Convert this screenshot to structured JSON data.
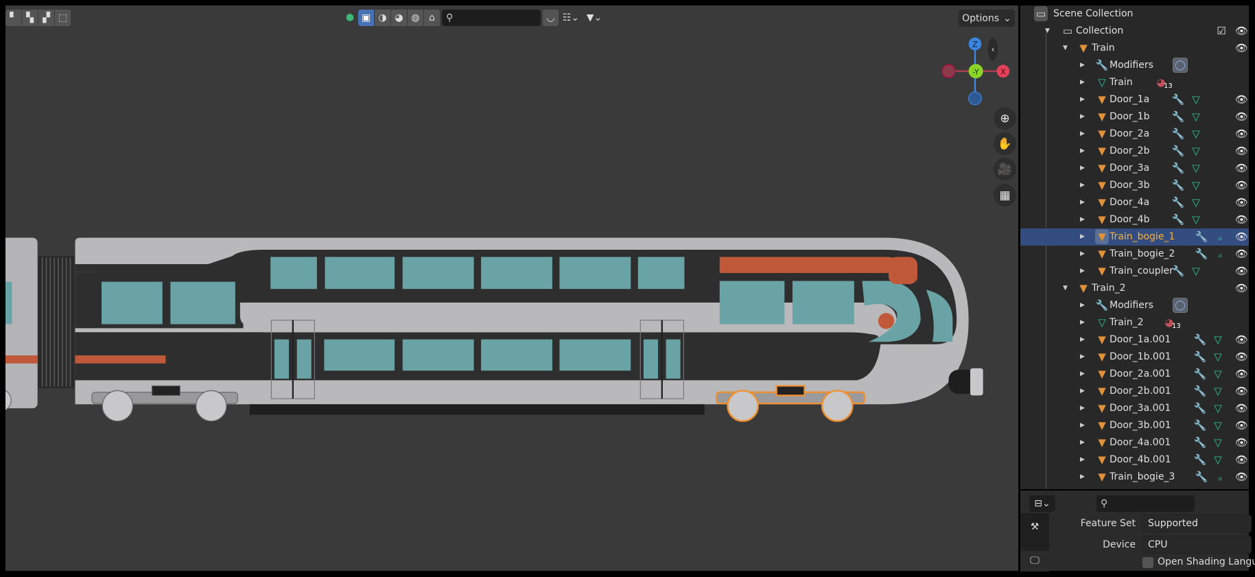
{
  "viewport": {
    "header": {
      "select_modes": [
        "select-new-icon",
        "select-extend-icon",
        "select-subtract-icon",
        "select-intersect-icon"
      ],
      "search_placeholder": "",
      "options_label": "Options"
    },
    "gizmo": {
      "top": "Z",
      "center": "-Y",
      "right": "X",
      "colors": {
        "x": "#e3425a",
        "y": "#8bd52a",
        "z": "#3b86e0"
      }
    },
    "colors": {
      "background": "#3a3a3a",
      "body": "#b8b8ba",
      "window": "#6aa3a5",
      "accent": "#c0593a",
      "selected_outline": "#f0902e"
    }
  },
  "outliner": {
    "scene_label": "Scene Collection",
    "rows": [
      {
        "label": "Collection",
        "icon": "collection",
        "level": 1,
        "expanded": true,
        "checkbox": true,
        "eye": true
      },
      {
        "label": "Train",
        "icon": "object",
        "level": 2,
        "expanded": true,
        "eye": true
      },
      {
        "label": "Modifiers",
        "icon": "wrench",
        "level": 3,
        "badge": "modifier"
      },
      {
        "label": "Train",
        "icon": "mesh",
        "level": 3,
        "badge": "material",
        "count": "13"
      },
      {
        "label": "Door_1a",
        "icon": "object",
        "level": 3,
        "extras": [
          "wrench",
          "mesh"
        ],
        "eye": true
      },
      {
        "label": "Door_1b",
        "icon": "object",
        "level": 3,
        "extras": [
          "wrench",
          "mesh"
        ],
        "eye": true
      },
      {
        "label": "Door_2a",
        "icon": "object",
        "level": 3,
        "extras": [
          "wrench",
          "mesh"
        ],
        "eye": true
      },
      {
        "label": "Door_2b",
        "icon": "object",
        "level": 3,
        "extras": [
          "wrench",
          "mesh"
        ],
        "eye": true
      },
      {
        "label": "Door_3a",
        "icon": "object",
        "level": 3,
        "extras": [
          "wrench",
          "mesh"
        ],
        "eye": true
      },
      {
        "label": "Door_3b",
        "icon": "object",
        "level": 3,
        "extras": [
          "wrench",
          "mesh"
        ],
        "eye": true
      },
      {
        "label": "Door_4a",
        "icon": "object",
        "level": 3,
        "extras": [
          "wrench",
          "mesh"
        ],
        "eye": true
      },
      {
        "label": "Door_4b",
        "icon": "object",
        "level": 3,
        "extras": [
          "wrench",
          "mesh"
        ],
        "eye": true
      },
      {
        "label": "Train_bogie_1",
        "icon": "object",
        "level": 3,
        "extras": [
          "wrench",
          "curve"
        ],
        "eye": true,
        "selected": true
      },
      {
        "label": "Train_bogie_2",
        "icon": "object",
        "level": 3,
        "extras": [
          "wrench",
          "curve"
        ],
        "eye": true
      },
      {
        "label": "Train_coupler",
        "icon": "object",
        "level": 3,
        "extras": [
          "wrench",
          "mesh"
        ],
        "eye": true
      },
      {
        "label": "Train_2",
        "icon": "object",
        "level": 2,
        "expanded": true,
        "eye": true
      },
      {
        "label": "Modifiers",
        "icon": "wrench",
        "level": 3,
        "badge": "modifier"
      },
      {
        "label": "Train_2",
        "icon": "mesh",
        "level": 3,
        "badge": "material",
        "count": "13"
      },
      {
        "label": "Door_1a.001",
        "icon": "object",
        "level": 3,
        "extras": [
          "wrench",
          "mesh"
        ],
        "eye": true,
        "wide": true
      },
      {
        "label": "Door_1b.001",
        "icon": "object",
        "level": 3,
        "extras": [
          "wrench",
          "mesh"
        ],
        "eye": true,
        "wide": true
      },
      {
        "label": "Door_2a.001",
        "icon": "object",
        "level": 3,
        "extras": [
          "wrench",
          "mesh"
        ],
        "eye": true,
        "wide": true
      },
      {
        "label": "Door_2b.001",
        "icon": "object",
        "level": 3,
        "extras": [
          "wrench",
          "mesh"
        ],
        "eye": true,
        "wide": true
      },
      {
        "label": "Door_3a.001",
        "icon": "object",
        "level": 3,
        "extras": [
          "wrench",
          "mesh"
        ],
        "eye": true,
        "wide": true
      },
      {
        "label": "Door_3b.001",
        "icon": "object",
        "level": 3,
        "extras": [
          "wrench",
          "mesh"
        ],
        "eye": true,
        "wide": true
      },
      {
        "label": "Door_4a.001",
        "icon": "object",
        "level": 3,
        "extras": [
          "wrench",
          "mesh"
        ],
        "eye": true,
        "wide": true
      },
      {
        "label": "Door_4b.001",
        "icon": "object",
        "level": 3,
        "extras": [
          "wrench",
          "mesh"
        ],
        "eye": true,
        "wide": true
      },
      {
        "label": "Train_bogie_3",
        "icon": "object",
        "level": 3,
        "extras": [
          "wrench",
          "curve"
        ],
        "eye": true
      }
    ]
  },
  "properties": {
    "search_placeholder": "",
    "feature_set_label": "Feature Set",
    "feature_set_value": "Supported",
    "device_label": "Device",
    "device_value": "CPU",
    "osl_label": "Open Shading Langua"
  }
}
